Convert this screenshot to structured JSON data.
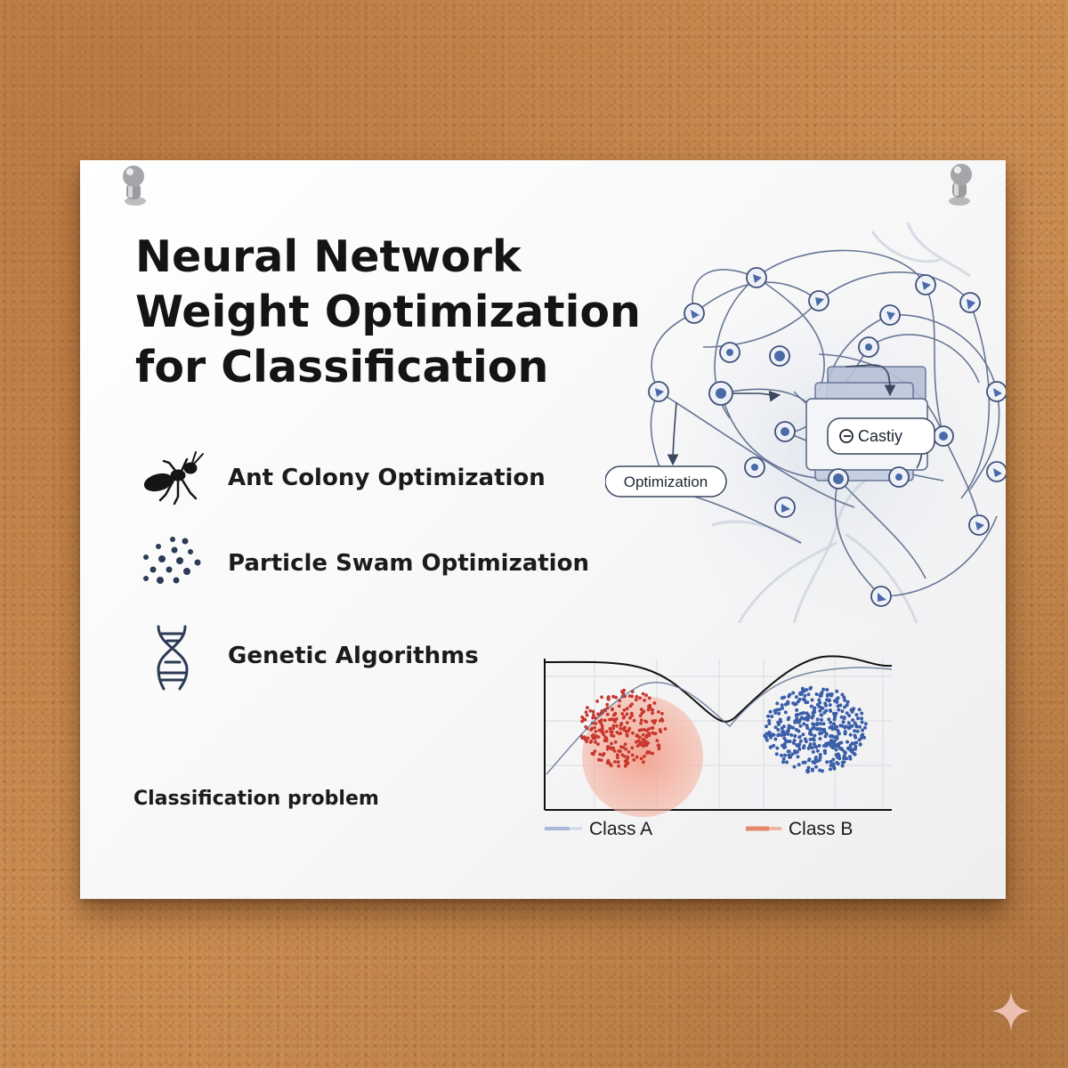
{
  "poster": {
    "title_lines": [
      "Neural Network",
      "Weight Optimization",
      "for Classification"
    ],
    "methods": [
      {
        "label": "Ant Colony Optimization",
        "icon": "ant-icon"
      },
      {
        "label": "Particle Swam Optimization",
        "icon": "particle-swarm-icon"
      },
      {
        "label": "Genetic Algorithms",
        "icon": "dna-icon"
      }
    ],
    "problem_label": "Classification problem"
  },
  "network": {
    "optimization_tag": "Optimization",
    "center_box_label": "Castiy",
    "center_box_icon": "cycle-icon"
  },
  "plot": {
    "legend": [
      {
        "label": "Class A",
        "color": "#a9b8d8"
      },
      {
        "label": "Class B",
        "color": "#e2876a"
      }
    ]
  },
  "colors": {
    "board": "#c98a4e",
    "node_blue": "#4a6aa8",
    "cluster_red": "#c8372d",
    "cluster_blue": "#3b5ea8",
    "text": "#141414"
  }
}
